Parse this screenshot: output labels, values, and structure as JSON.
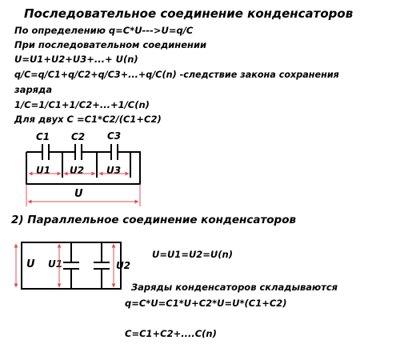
{
  "series_section": {
    "title": "Последовательное соединение конденсаторов",
    "lines": [
      "По определению q=C*U--->U=q/C",
      "При последовательном соединении",
      "U=U1+U2+U3+...+ U(n)",
      "q/C=q/C1+q/C2+q/C3+...+q/C(n) -следствие закона сохранения",
      "заряда",
      "1/C=1/C1+1/C2+...+1/C(n)",
      "Для двух C =C1*C2/(C1+C2)"
    ],
    "diagram": {
      "capacitor_labels": [
        "C1",
        "C2",
        "C3"
      ],
      "voltage_labels": [
        "U1",
        "U2",
        "U3"
      ],
      "total_label": "U"
    }
  },
  "parallel_section": {
    "title": "2) Параллельное соединение конденсаторов",
    "diagram": {
      "total_label": "U",
      "voltage_labels": [
        "U1",
        "U2"
      ]
    },
    "lines": [
      "U=U1=U2=U(n)",
      "Заряды конденсаторов складываются",
      "q=C*U=C1*U+C2*U=U*(C1+C2)",
      "C=C1+C2+....C(n)"
    ]
  },
  "colors": {
    "text": "#000000",
    "arrows": "#e05050"
  }
}
